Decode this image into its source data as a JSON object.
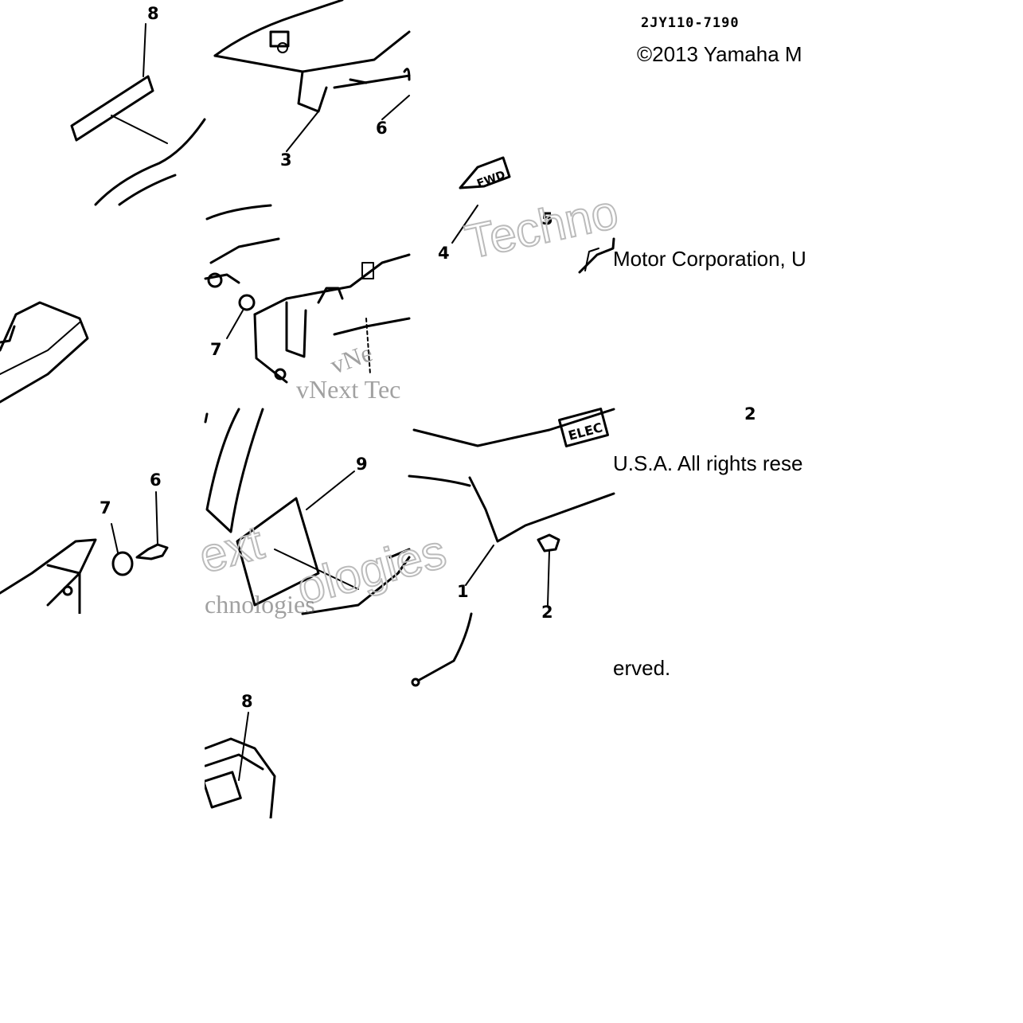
{
  "part_code": "2JY110-7190",
  "copyright_lines": [
    "©2013 Yamaha M",
    "Motor Corporation, U",
    "U.S.A. All rights rese",
    "erved."
  ],
  "callouts": {
    "c1": "1",
    "c2a": "2",
    "c2b": "2",
    "c3": "3",
    "c4": "4",
    "c5": "5",
    "c6a": "6",
    "c6b": "6",
    "c7a": "7",
    "c7b": "7",
    "c8a": "8",
    "c8b": "8",
    "c9": "9"
  },
  "fwd_label": "FWD",
  "decal_text": "ELEC",
  "watermark": {
    "w1": "Techno",
    "w2": "vNext Tec",
    "w3": "ext",
    "w4": "ologies",
    "w5": "chnologies",
    "w6": "vNe"
  }
}
